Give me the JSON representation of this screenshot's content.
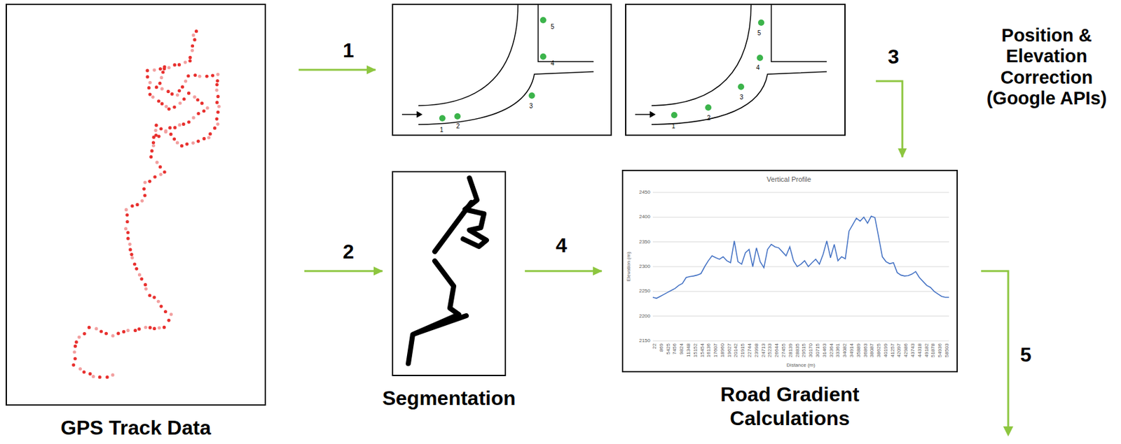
{
  "diagram": {
    "nodes": [
      {
        "text": [
          "GPS Track Data"
        ]
      },
      {
        "text": [
          "1",
          "2",
          "3",
          "4",
          "5"
        ]
      },
      {
        "text": [
          "1",
          "2",
          "3",
          "4",
          "5"
        ]
      },
      {
        "text": [
          "Segmentation"
        ]
      },
      {
        "text": [
          "Road Gradient Calculations"
        ]
      }
    ],
    "edges": [
      {
        "from": 0,
        "to": 1,
        "arrow": "to",
        "label": "1"
      },
      {
        "from": 0,
        "to": 3,
        "arrow": "to",
        "label": "2"
      },
      {
        "from": 2,
        "to": 4,
        "arrow": "to",
        "label": "3"
      },
      {
        "from": 3,
        "to": 4,
        "arrow": "to",
        "label": "4"
      }
    ],
    "labels": [
      "Position & Elevation Correction (Google APIs)",
      "5",
      "Vertical Profile",
      "2450",
      "2400",
      "2350",
      "2300",
      "2250",
      "2200",
      "2150",
      "Elevation (m)",
      "22",
      "869",
      "5425",
      "7456",
      "9824",
      "11348",
      "15152",
      "15454",
      "16136",
      "17607",
      "18960",
      "19627",
      "20142",
      "21915",
      "22744",
      "23998",
      "24713",
      "25233",
      "26644",
      "27455",
      "28139",
      "28835",
      "29515",
      "30170",
      "30715",
      "31463",
      "32364",
      "33361",
      "34082",
      "34914",
      "35889",
      "36863",
      "38087",
      "38625",
      "40199",
      "41257",
      "42097",
      "42986",
      "43743",
      "44318",
      "49182",
      "51878",
      "54936",
      "58503",
      "Distance (m)"
    ]
  }
}
